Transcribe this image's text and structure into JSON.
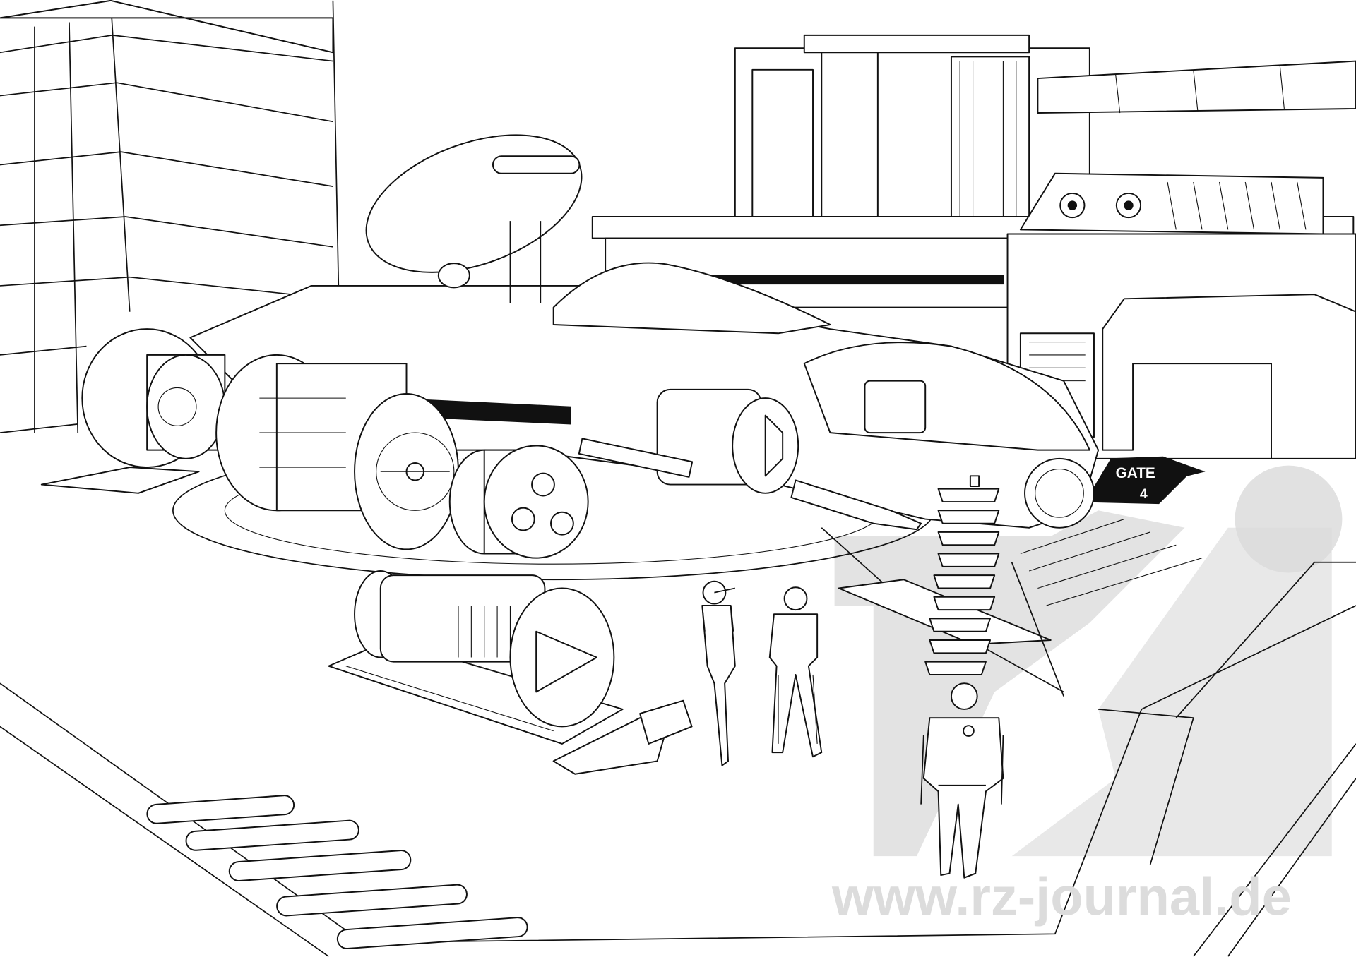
{
  "scene": {
    "gate_sign": {
      "line1": "GATE",
      "line2": "4"
    },
    "watermark": {
      "logo_text": "rz",
      "url": "www.rz-journal.de"
    },
    "colors": {
      "line": "#111111",
      "background": "#ffffff",
      "watermark": "#d9d9d9"
    }
  }
}
